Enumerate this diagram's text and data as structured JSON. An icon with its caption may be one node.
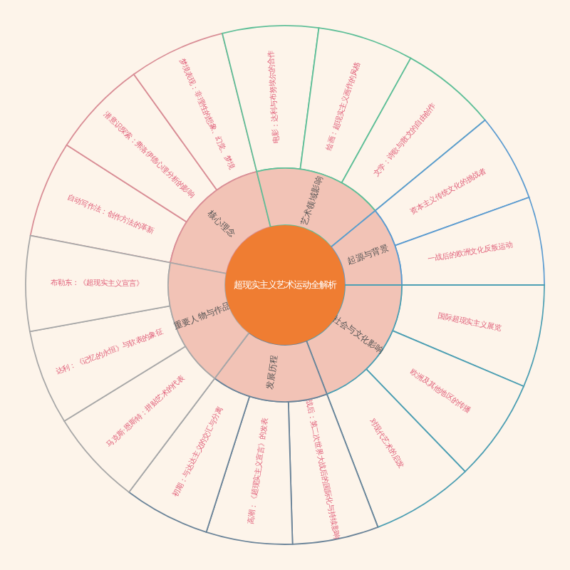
{
  "diagram": {
    "nodes": [
      {
        "text": [
          "超现实主义艺术运动全解析"
        ]
      },
      {
        "text": [
          "核心理念"
        ]
      },
      {
        "text": [
          "艺术领域影响"
        ]
      },
      {
        "text": [
          "起源与背景"
        ]
      },
      {
        "text": [
          "社会与文化影响"
        ]
      },
      {
        "text": [
          "发展历程"
        ]
      },
      {
        "text": [
          "重要人物与作品"
        ]
      },
      {
        "text": [
          "自动写作法：创作方法的革新"
        ]
      },
      {
        "text": [
          "潜意识探索：弗洛伊德心理分析的影响"
        ]
      },
      {
        "text": [
          "梦境表现：非理性的想象、幻觉、梦境"
        ]
      },
      {
        "text": [
          "电影：达利与布努埃尔的合作"
        ]
      },
      {
        "text": [
          "绘画：超现实主义画作的风格"
        ]
      },
      {
        "text": [
          "文学：诗歌与散文的自由创作"
        ]
      },
      {
        "text": [
          "资本主义传统文化的挑战者"
        ]
      },
      {
        "text": [
          "一战后的欧洲文化反叛运动"
        ]
      },
      {
        "text": [
          "国际超现实主义展览"
        ]
      },
      {
        "text": [
          "欧洲及其他地区的传播"
        ]
      },
      {
        "text": [
          "对现代艺术的启发"
        ]
      },
      {
        "text": [
          "战后：第二次世界大战后的国际化与持续影响"
        ]
      },
      {
        "text": [
          "高潮：《超现实主义宣言》的发表"
        ]
      },
      {
        "text": [
          "初期：与达达主义的交汇与分离"
        ]
      },
      {
        "text": [
          "马克斯·恩斯特：拼贴艺术的代表"
        ]
      },
      {
        "text": [
          "达利：《记忆的永恒》与软表的象征"
        ]
      },
      {
        "text": [
          "布勒东：《超现实主义宣言》"
        ]
      }
    ]
  }
}
